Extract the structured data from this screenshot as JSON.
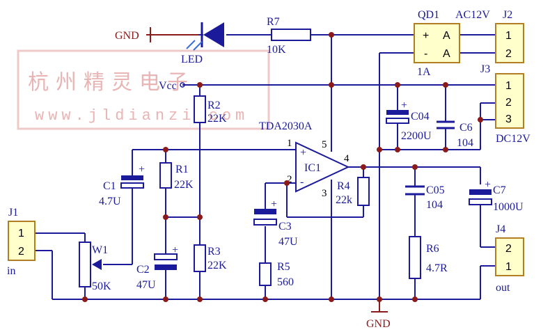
{
  "watermark": {
    "line1": "杭州精灵电子",
    "line2": "www.jldianzi.com"
  },
  "labels": {
    "gnd_top": "GND",
    "gnd_bottom": "GND",
    "led": "LED",
    "r7": "R7",
    "r7_val": "10K",
    "vcc": "Vcc",
    "r2": "R2",
    "r2_val": "22K",
    "r1": "R1",
    "r1_val": "22K",
    "r3": "R3",
    "r3_val": "22K",
    "r4": "R4",
    "r4_val": "22k",
    "r5": "R5",
    "r5_val": "560",
    "r6": "R6",
    "r6_val": "4.7R",
    "c1": "C1",
    "c1_val": "4.7U",
    "c2": "C2",
    "c2_val": "47U",
    "c3": "C3",
    "c3_val": "47U",
    "c04": "C04",
    "c04_val": "2200U",
    "c6": "C6",
    "c6_val": "104",
    "c05": "C05",
    "c05_val": "104",
    "c7": "C7",
    "c7_val": "1000U",
    "w1": "W1",
    "w1_val": "50K",
    "ic_name": "TDA2030A",
    "ic_ref": "IC1",
    "qd1": "QD1",
    "qd1_val": "1A",
    "ac12v": "AC12V",
    "dc12v": "DC12V",
    "j1": "J1",
    "j1_sub": "in",
    "j2": "J2",
    "j3": "J3",
    "j4": "J4",
    "j4_sub": "out",
    "plus": "+",
    "minus": "-",
    "bridge_a": "A"
  },
  "pins": {
    "ic_1": "1",
    "ic_2": "2",
    "ic_3": "3",
    "ic_4": "4",
    "ic_5": "5",
    "j1_1": "1",
    "j1_2": "2",
    "j2_1": "1",
    "j2_2": "2",
    "j3_1": "1",
    "j3_2": "2",
    "j3_3": "3",
    "j4_2": "2",
    "j4_1": "1"
  }
}
